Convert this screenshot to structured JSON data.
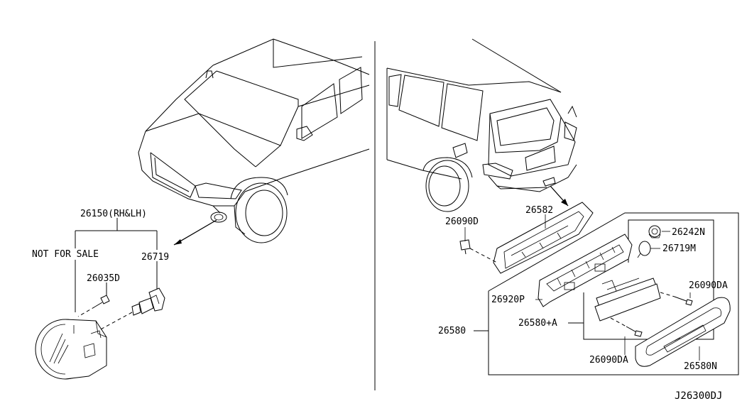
{
  "labels": {
    "fog_lamp_assembly": "26150(RH&LH)",
    "not_for_sale": "NOT FOR SALE",
    "fog_bulb": "26719",
    "fog_screw": "26035D",
    "screw_left": "26090D",
    "finisher_upper": "26582",
    "bulb_socket": "26242N",
    "license_bulb": "26719M",
    "screw_right_top": "26090DA",
    "bracket": "26920P",
    "license_assembly": "26580",
    "lamp_sub_assembly": "26580+A",
    "screw_right_bottom": "26090DA",
    "lens_bezel": "26580N"
  },
  "diagram_id": "J26300DJ"
}
